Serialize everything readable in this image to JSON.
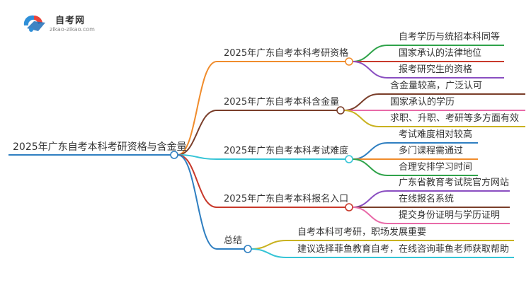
{
  "logo": {
    "title": "自考网",
    "subtitle": "zikao-zikao.com",
    "colors": {
      "blue": "#2f8fd8",
      "red": "#e8453c"
    }
  },
  "root": {
    "label": "2025年广东自考本科考研资格与含金量",
    "color": "#2f7fc1"
  },
  "branches": [
    {
      "label": "2025年广东自考本科考研资格",
      "color": "#f08c2c",
      "leaves": [
        {
          "label": "自考学历与统招本科同等",
          "color": "#2fa34a"
        },
        {
          "label": "国家承认的法律地位",
          "color": "#c8392b"
        },
        {
          "label": "报考研究生的资格",
          "color": "#8a4fc1"
        }
      ]
    },
    {
      "label": "2025年广东自考本科含金量",
      "color": "#7a3e2a",
      "leaves": [
        {
          "label": "含金量较高，广泛认可",
          "color": "#7a3e2a"
        },
        {
          "label": "国家承认的学历",
          "color": "#e86aa8"
        },
        {
          "label": "求职、升职、考研等多方面有效",
          "color": "#c9b21f"
        }
      ]
    },
    {
      "label": "2025年广东自考本科考试难度",
      "color": "#35c4d6",
      "leaves": [
        {
          "label": "考试难度相对较高",
          "color": "#2f7fc1"
        },
        {
          "label": "多门课程需通过",
          "color": "#f08c2c"
        },
        {
          "label": "合理安排学习时间",
          "color": "#2fa34a"
        }
      ]
    },
    {
      "label": "2025年广东自考本科报名入口",
      "color": "#c8392b",
      "leaves": [
        {
          "label": "广东省教育考试院官方网站",
          "color": "#8a4fc1"
        },
        {
          "label": "在线报名系统",
          "color": "#7a3e2a"
        },
        {
          "label": "提交身份证明与学历证明",
          "color": "#e86aa8"
        }
      ]
    },
    {
      "label": "总结",
      "color": "#2f7fc1",
      "leaves": [
        {
          "label": "自考本科可考研，职场发展重要",
          "color": "#c9b21f"
        },
        {
          "label": "建议选择菲鱼教育自考，在线咨询菲鱼老师获取帮助",
          "color": "#35c4d6"
        }
      ]
    }
  ]
}
